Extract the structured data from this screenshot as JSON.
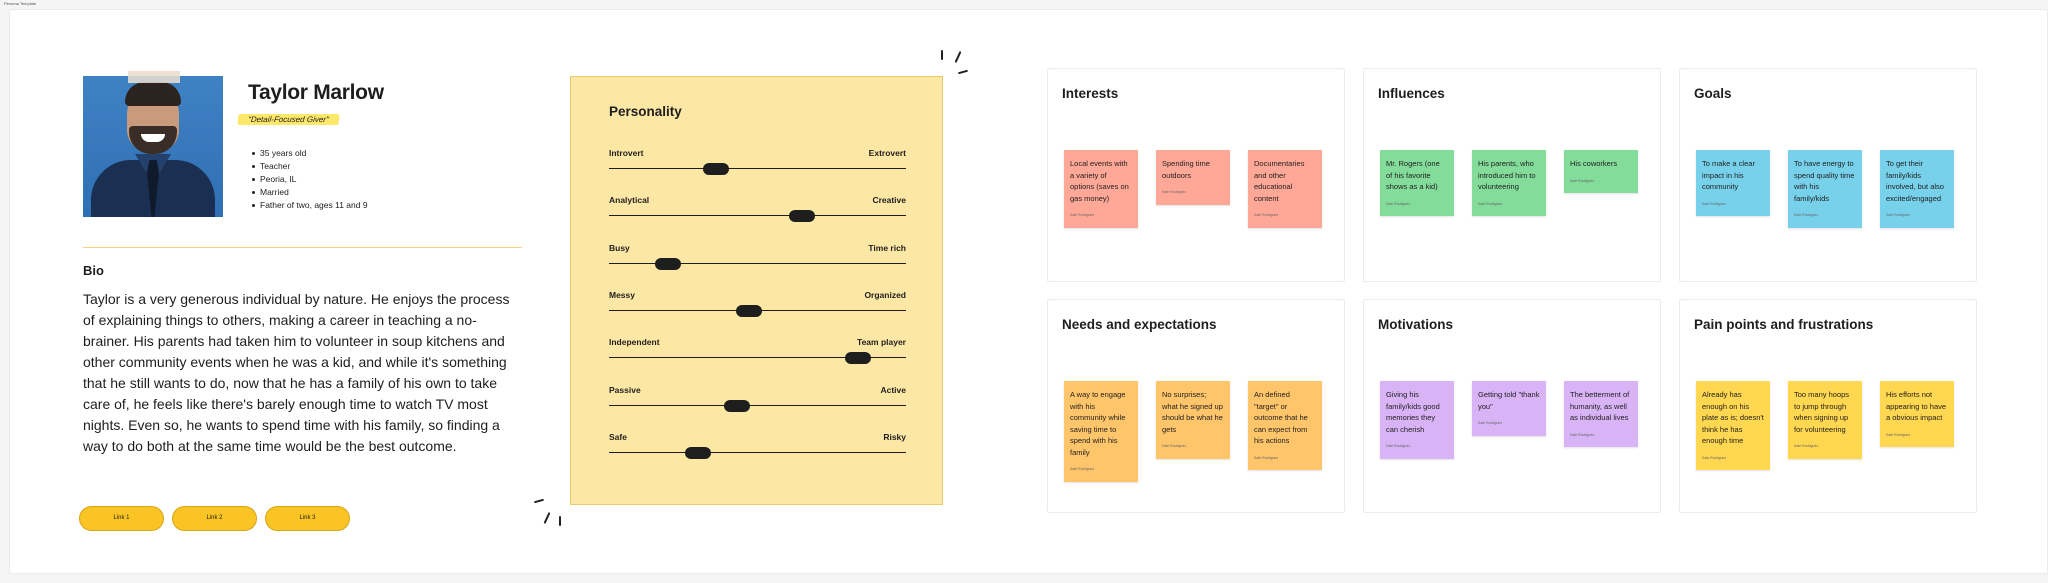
{
  "frame_label": "Persona Template",
  "profile": {
    "name": "Taylor Marlow",
    "tagline": "\"Detail-Focused Giver\"",
    "facts": [
      "35 years old",
      "Teacher",
      "Peoria, IL",
      "Married",
      "Father of two, ages 11 and 9"
    ],
    "bio_heading": "Bio",
    "bio": "Taylor is a very generous individual by nature. He enjoys the process of explaining things to others, making a career in teaching a no-brainer. His parents had taken him to volunteer in soup kitchens and other community events when he was a kid, and while it's something that he still wants to do, now that he has a family of his own to take care of, he feels like there's barely enough time to watch TV most nights. Even so, he wants to spend time with his family, so finding a way to do both at the same time would be the best outcome.",
    "links": [
      "Link 1",
      "Link 2",
      "Link 3"
    ]
  },
  "personality": {
    "title": "Personality",
    "traits": [
      {
        "left": "Introvert",
        "right": "Extrovert",
        "level": 0.36
      },
      {
        "left": "Analytical",
        "right": "Creative",
        "level": 0.65
      },
      {
        "left": "Busy",
        "right": "Time rich",
        "level": 0.2
      },
      {
        "left": "Messy",
        "right": "Organized",
        "level": 0.47
      },
      {
        "left": "Independent",
        "right": "Team player",
        "level": 0.84
      },
      {
        "left": "Passive",
        "right": "Active",
        "level": 0.43
      },
      {
        "left": "Safe",
        "right": "Risky",
        "level": 0.3
      }
    ]
  },
  "boards": {
    "interests": {
      "title": "Interests",
      "notes": [
        {
          "text": "Local events with a variety of options (saves on gas money)",
          "author": "Kate Rodriguez"
        },
        {
          "text": "Spending time outdoors",
          "author": "Kate Rodriguez"
        },
        {
          "text": "Documentaries and other educational content",
          "author": "Kate Rodriguez"
        }
      ]
    },
    "influences": {
      "title": "Influences",
      "notes": [
        {
          "text": "Mr. Rogers (one of his favorite shows as a kid)",
          "author": "Kate Rodriguez"
        },
        {
          "text": "His parents, who introduced him to volunteering",
          "author": "Kate Rodriguez"
        },
        {
          "text": "His coworkers",
          "author": "Kate Rodriguez"
        }
      ]
    },
    "goals": {
      "title": "Goals",
      "notes": [
        {
          "text": "To make a clear impact in his community",
          "author": "Kate Rodriguez"
        },
        {
          "text": "To have energy to spend quality time with his family/kids",
          "author": "Kate Rodriguez"
        },
        {
          "text": "To get their family/kids involved, but also excited/engaged",
          "author": "Kate Rodriguez"
        }
      ]
    },
    "needs": {
      "title": "Needs and expectations",
      "notes": [
        {
          "text": "A way to engage with his community while saving time to spend with his family",
          "author": "Kate Rodriguez"
        },
        {
          "text": "No surprises; what he signed up should be what he gets",
          "author": "Kate Rodriguez"
        },
        {
          "text": "An defined \"target\" or outcome that he can expect from his actions",
          "author": "Kate Rodriguez"
        }
      ]
    },
    "motivations": {
      "title": "Motivations",
      "notes": [
        {
          "text": "Giving his family/kids good memories they can cherish",
          "author": "Kate Rodriguez"
        },
        {
          "text": "Getting told \"thank you\"",
          "author": "Kate Rodriguez"
        },
        {
          "text": "The betterment of humanity, as well as individual lives",
          "author": "Kate Rodriguez"
        }
      ]
    },
    "pains": {
      "title": "Pain points and frustrations",
      "notes": [
        {
          "text": "Already has enough on his plate as is; doesn't think he has enough time",
          "author": "Kate Rodriguez"
        },
        {
          "text": "Too many hoops to jump through when signing up for volunteering",
          "author": "Kate Rodriguez"
        },
        {
          "text": "His efforts not appearing to have a obvious impact",
          "author": "Kate Rodriguez"
        }
      ]
    }
  }
}
